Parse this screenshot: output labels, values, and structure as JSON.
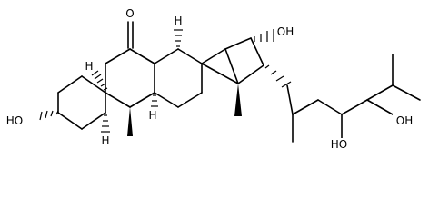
{
  "molecule": {
    "atom_labels": {
      "ketone_o": "O",
      "oh_c3": "HO",
      "oh_c16": "OH",
      "oh_c22": "HO",
      "oh_c23": "OH",
      "h_c5": "H",
      "h_c8": "H",
      "h_c9": "H",
      "h_c10": "H"
    },
    "colors": {
      "bond": "#000000",
      "background": "#ffffff"
    }
  }
}
